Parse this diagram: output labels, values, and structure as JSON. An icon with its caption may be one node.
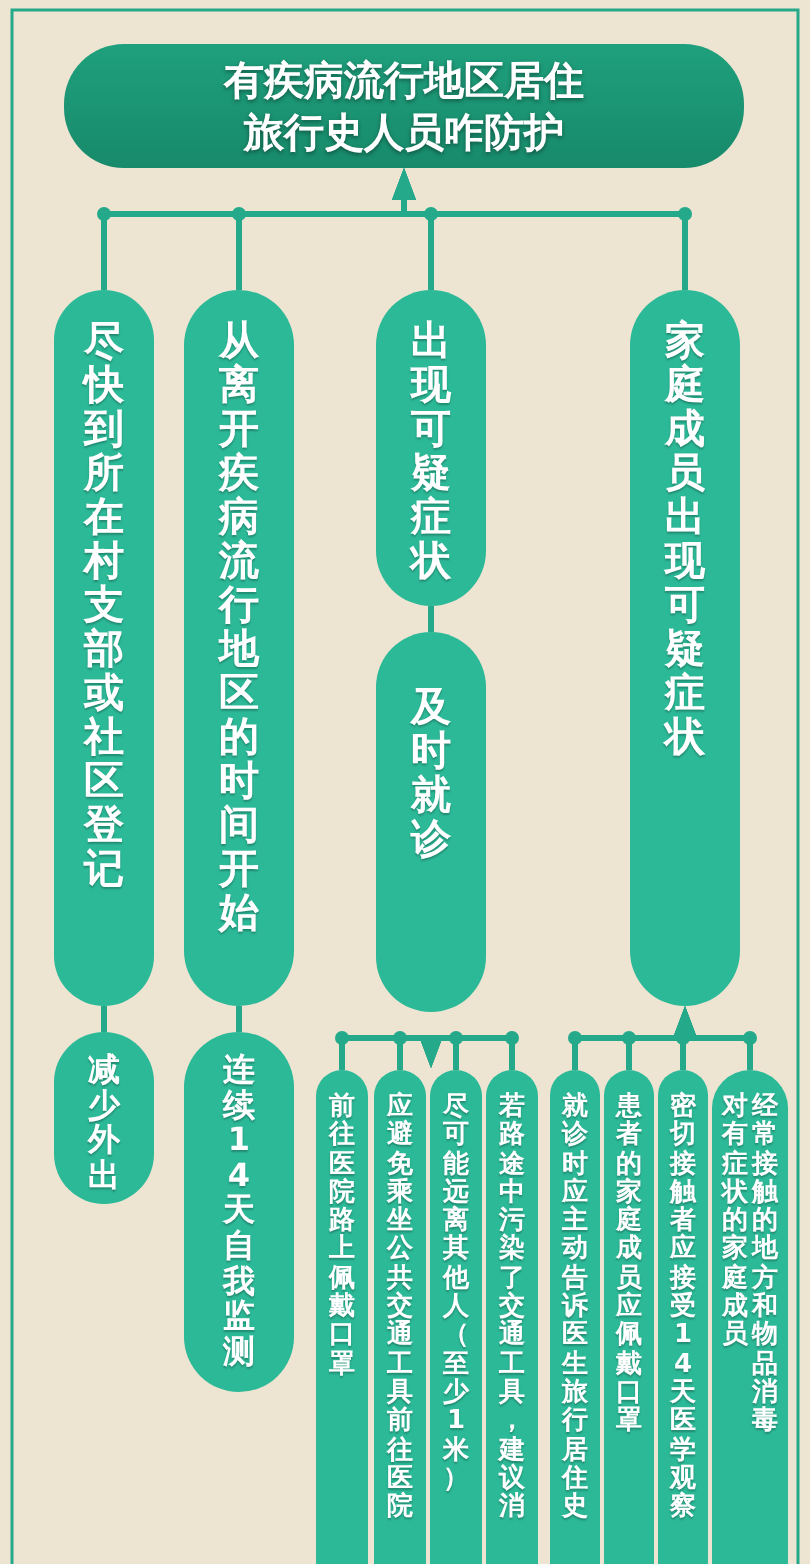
{
  "diagram": {
    "nodes": [
      {
        "text": [
          "有疾病流行地区居住旅行史人员咋防护"
        ]
      },
      {
        "text": [
          "尽快到所在村支部或社区登记"
        ]
      },
      {
        "text": [
          "从离开疾病流行地区的时间开始"
        ]
      },
      {
        "text": [
          "出现可疑症状"
        ]
      },
      {
        "text": [
          "家庭成员出现可疑症状"
        ]
      },
      {
        "text": [
          "减少外出"
        ]
      },
      {
        "text": [
          "连续14天自我监测"
        ]
      },
      {
        "text": [
          "及时就诊"
        ]
      },
      {
        "text": [
          "前往医院路上佩戴口罩"
        ]
      },
      {
        "text": [
          "应避免乘坐公共交通工具前往医院"
        ]
      },
      {
        "text": [
          "尽可能远离其他人（至少1米）"
        ]
      },
      {
        "text": [
          "若路途中污染了交通工具，建议消"
        ]
      },
      {
        "text": [
          "就诊时应主动告诉医生旅行居住史"
        ]
      },
      {
        "text": [
          "患者的家庭成员应佩戴口罩"
        ]
      },
      {
        "text": [
          "密切接触者应接受14天医学观察"
        ]
      },
      {
        "text": [
          "对有症状的家庭成员",
          "经常接触的地方和物品消毒"
        ]
      }
    ],
    "edges": [
      {
        "from": 1,
        "to": 0,
        "arrow": "to"
      },
      {
        "from": 2,
        "to": 0,
        "arrow": "to"
      },
      {
        "from": 3,
        "to": 0,
        "arrow": "to"
      },
      {
        "from": 4,
        "to": 0,
        "arrow": "to"
      },
      {
        "from": 1,
        "to": 5,
        "arrow": "none"
      },
      {
        "from": 2,
        "to": 6,
        "arrow": "none"
      },
      {
        "from": 3,
        "to": 7,
        "arrow": "none"
      },
      {
        "from": 8,
        "to": 7,
        "arrow": "to"
      },
      {
        "from": 9,
        "to": 7,
        "arrow": "to"
      },
      {
        "from": 10,
        "to": 7,
        "arrow": "to"
      },
      {
        "from": 11,
        "to": 7,
        "arrow": "to"
      },
      {
        "from": 12,
        "to": 4,
        "arrow": "to"
      },
      {
        "from": 13,
        "to": 4,
        "arrow": "to"
      },
      {
        "from": 14,
        "to": 4,
        "arrow": "to"
      },
      {
        "from": 15,
        "to": 4,
        "arrow": "to"
      }
    ]
  }
}
